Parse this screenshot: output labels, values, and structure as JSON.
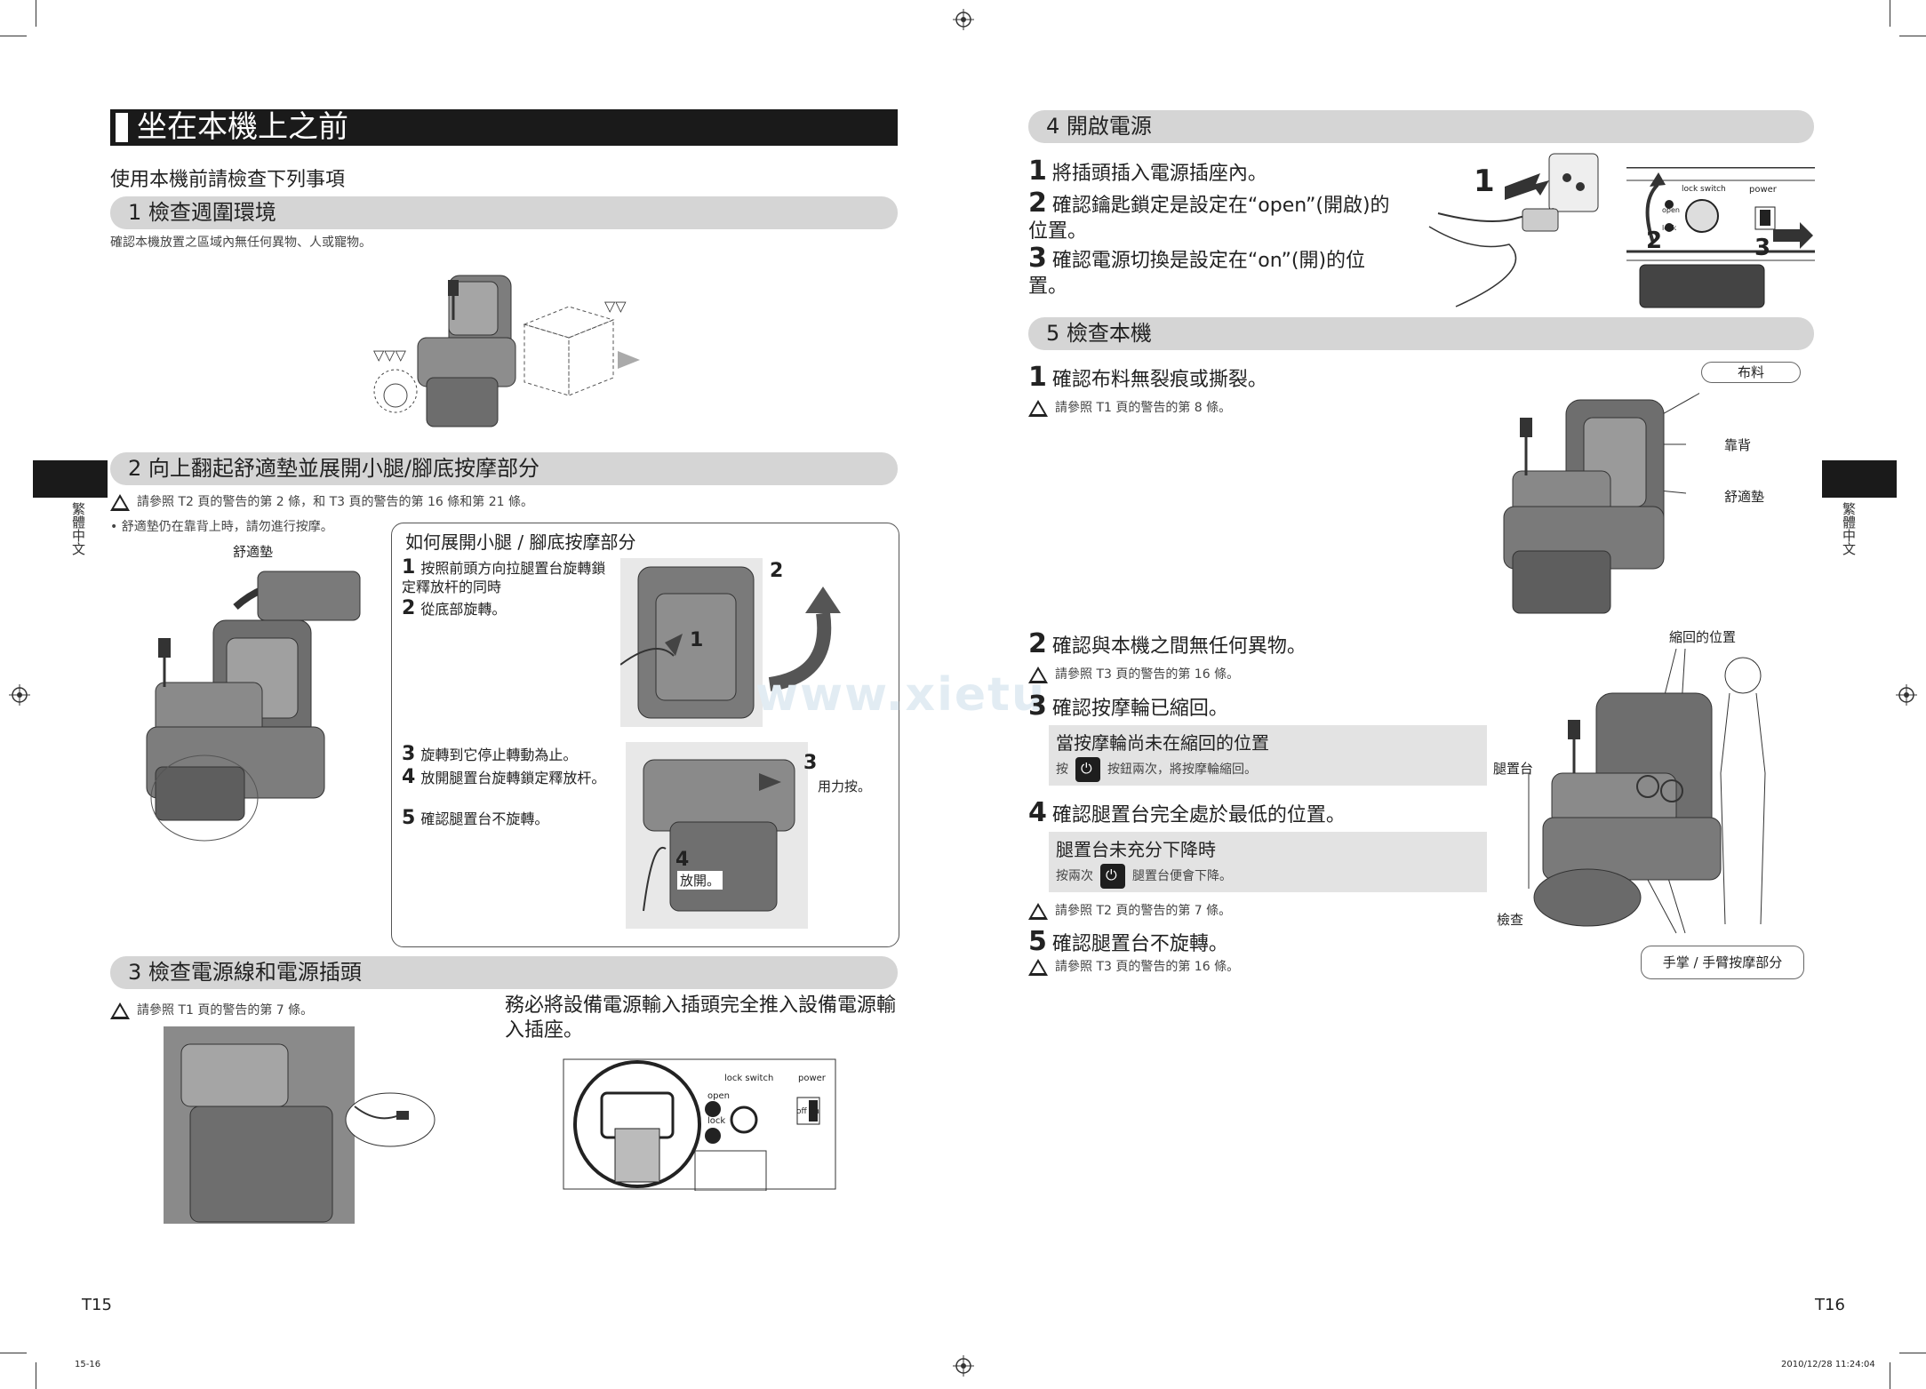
{
  "left_page": {
    "title": "坐在本機上之前",
    "subtitle": "使用本機前請檢查下列事項",
    "sec1": {
      "label": "1  檢查週圍環境",
      "note": "確認本機放置之區域內無任何異物、人或寵物。"
    },
    "sec2": {
      "label": "2  向上翻起舒適墊並展開小腿/腳底按摩部分",
      "warning": "請參照 T2 頁的警告的第 2 條，和 T3 頁的警告的第 16 條和第 21 條。",
      "bullet": "• 舒適墊仍在靠背上時，請勿進行按摩。",
      "cushion_label": "舒適墊",
      "box_title": "如何展開小腿 / 腳底按摩部分",
      "steps": [
        {
          "n": "1",
          "text": "按照前頭方向拉腿置台旋轉鎖定釋放杆的同時"
        },
        {
          "n": "2",
          "text": "從底部旋轉。"
        },
        {
          "n": "3",
          "text": "旋轉到它停止轉動為止。"
        },
        {
          "n": "4",
          "text": "放開腿置台旋轉鎖定釋放杆。"
        },
        {
          "n": "5",
          "text": "確認腿置台不旋轉。"
        }
      ],
      "fig_num1": "1",
      "fig_num2": "2",
      "fig_num3": "3",
      "fig_num4": "4",
      "press_label": "用力按。",
      "release_label": "放開。"
    },
    "sec3": {
      "label": "3  檢查電源線和電源插頭",
      "warning": "請參照 T1 頁的警告的第 7 條。",
      "instruction": "務必將設備電源輸入插頭完全推入設備電源輸入插座。",
      "lock_switch": "lock switch",
      "open": "open",
      "lock": "lock",
      "power": "power",
      "off_on": "off   on"
    },
    "page_num": "T15",
    "side_label": "繁體中文",
    "footer_left": "15-16"
  },
  "right_page": {
    "sec4": {
      "label": "4  開啟電源",
      "steps": [
        {
          "n": "1",
          "text": "將插頭插入電源插座內。"
        },
        {
          "n": "2",
          "text": "確認鑰匙鎖定是設定在“open”(開啟)的位置。"
        },
        {
          "n": "3",
          "text": "確認電源切換是設定在“on”(開)的位置。"
        }
      ],
      "fig1": "1",
      "fig2": "2",
      "fig3": "3",
      "lock_switch": "lock switch",
      "power": "power",
      "open": "open",
      "lock": "lock"
    },
    "sec5": {
      "label": "5  檢查本機",
      "step1": "確認布料無裂痕或撕裂。",
      "step1_warn": "請參照 T1 頁的警告的第 8 條。",
      "fabric": "布料",
      "backrest": "靠背",
      "cushion": "舒適墊",
      "step2": "確認與本機之間無任何異物。",
      "step2_warn": "請參照 T3 頁的警告的第 16 條。",
      "step3": "確認按摩輪已縮回。",
      "box1_title": "當按摩輪尚未在縮回的位置",
      "box1_pre": "按",
      "box1_post": "按鈕兩次，將按摩輪縮回。",
      "step4": "確認腿置台完全處於最低的位置。",
      "box2_title": "腿置台未充分下降時",
      "box2_pre": "按兩次",
      "box2_post": "腿置台便會下降。",
      "step4_warn": "請參照 T2 頁的警告的第 7 條。",
      "step5": "確認腿置台不旋轉。",
      "step5_warn": "請參照 T3 頁的警告的第 16 條。",
      "retracted": "縮回的位置",
      "legrest": "腿置台",
      "check": "檢查",
      "palm_arm": "手掌 / 手臂按摩部分"
    },
    "page_num": "T16",
    "side_label": "繁體中文",
    "footer_right": "2010/12/28   11:24:04"
  },
  "watermark": "www.xietu"
}
